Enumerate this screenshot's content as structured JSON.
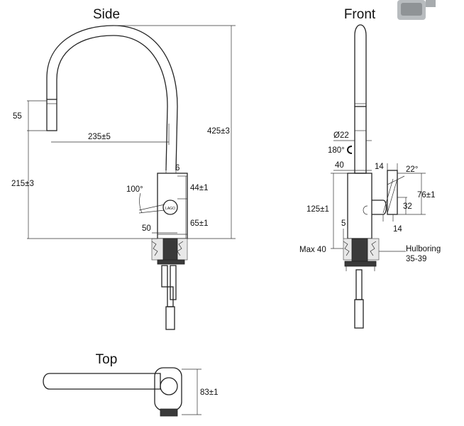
{
  "views": {
    "side": "Side",
    "front": "Front",
    "top": "Top"
  },
  "side_dims": {
    "height_total": "425±3",
    "spout_reach": "235±5",
    "spout_outlet": "55",
    "spout_height": "215±3",
    "rotation": "100°",
    "offset": "6",
    "handle_height": "44±1",
    "base_height": "65±1",
    "base_diameter": "50",
    "logo_text": "LAGO"
  },
  "front_dims": {
    "spout_diameter": "Ø22",
    "swivel": "180°",
    "body_width": "40",
    "body_height": "125±1",
    "base_offset": "5",
    "max_deck": "Max 40",
    "hole_label": "Hulboring",
    "hole_range": "35-39",
    "handle_top": "14",
    "handle_angle": "22°",
    "handle_height": "76±1",
    "handle_depth": "32",
    "handle_bottom": "14"
  },
  "top_dims": {
    "depth": "83±1"
  }
}
